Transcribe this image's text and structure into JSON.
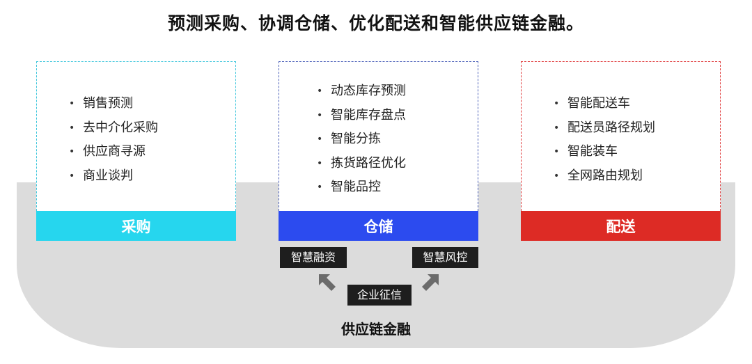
{
  "title": "预测采购、协调仓储、优化配送和智能供应链金融。",
  "cards": {
    "procure": {
      "label": "采购",
      "items": [
        "销售预测",
        "去中介化采购",
        "供应商寻源",
        "商业谈判"
      ],
      "color": "#26d6ee"
    },
    "storage": {
      "label": "仓储",
      "items": [
        "动态库存预测",
        "智能库存盘点",
        "智能分拣",
        "拣货路径优化",
        "智能品控"
      ],
      "color": "#2c4bef"
    },
    "delivery": {
      "label": "配送",
      "items": [
        "智能配送车",
        "配送员路径规划",
        "智能装车",
        "全网路由规划"
      ],
      "color": "#dd2b25"
    }
  },
  "finance": {
    "tag_left": "智慧融资",
    "tag_right": "智慧风控",
    "tag_center": "企业征信",
    "label": "供应链金融"
  }
}
